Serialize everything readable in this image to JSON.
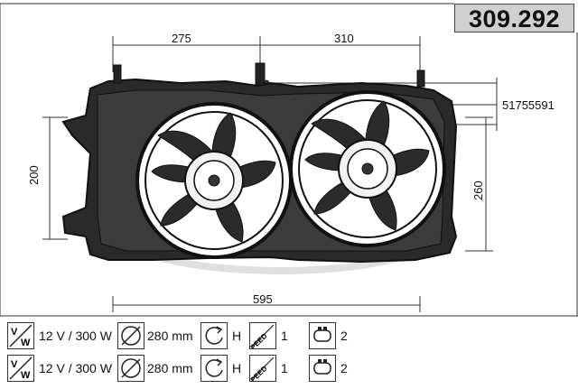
{
  "part_number": "309.292",
  "dimensions": {
    "top_left": "275",
    "top_right": "310",
    "bottom": "595",
    "left": "200",
    "right": "260",
    "oe_reference": "51755591"
  },
  "specs": [
    {
      "voltage_power": "12 V / 300 W",
      "diameter": "280 mm",
      "rotation": "H",
      "speeds": "1",
      "pins": "2"
    },
    {
      "voltage_power": "12 V / 300 W",
      "diameter": "280 mm",
      "rotation": "H",
      "speeds": "1",
      "pins": "2"
    }
  ],
  "icons": {
    "vw": "voltage-watt-icon",
    "diameter": "diameter-icon",
    "rotation": "rotation-icon",
    "speed": "speed-icon",
    "connector": "connector-icon"
  },
  "icon_labels": {
    "v": "V",
    "w": "W",
    "speed": "SPEED"
  }
}
